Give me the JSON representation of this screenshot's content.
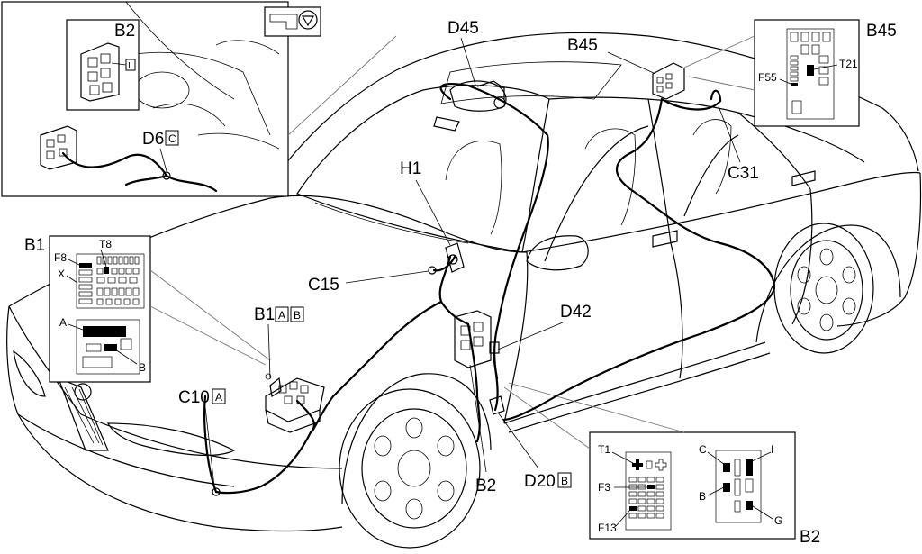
{
  "labels": {
    "b2_top": "B2",
    "i_top": "I",
    "d6": "D6",
    "d6_tag": "C",
    "d45": "D45",
    "b45_connector": "B45",
    "b45_panel": "B45",
    "t21": "T21",
    "f55": "F55",
    "c31": "C31",
    "h1": "H1",
    "b1": "B1",
    "t8": "T8",
    "f8": "F8",
    "x": "X",
    "a": "A",
    "b_panel": "B",
    "c15": "C15",
    "b1_ab": "B1",
    "b1_tag_a": "A",
    "b1_tag_b": "B",
    "d42": "D42",
    "c10": "C10",
    "c10_tag": "A",
    "b2_mid": "B2",
    "d20": "D20",
    "d20_tag": "B",
    "t1": "T1",
    "f3": "F3",
    "f13": "F13",
    "c_right": "C",
    "i_right": "I",
    "b_right": "B",
    "g_right": "G",
    "b2_bottom": "B2"
  }
}
